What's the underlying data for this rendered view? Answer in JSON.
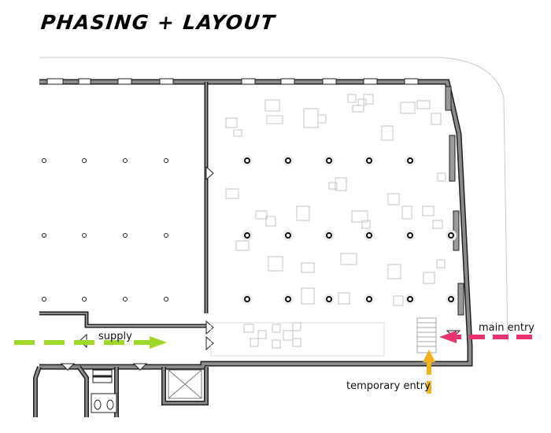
{
  "title": "PHASING + LAYOUT",
  "labels": {
    "supply": "supply",
    "main_entry": "main entry",
    "temporary_entry": "temporary entry"
  },
  "colors": {
    "wall": "#777777",
    "wall_outline": "#222222",
    "supply_arrow": "#9ed62a",
    "main_entry_arrow": "#e8336e",
    "temporary_entry_arrow": "#f2b21b",
    "furniture": "#bbbbbb"
  }
}
